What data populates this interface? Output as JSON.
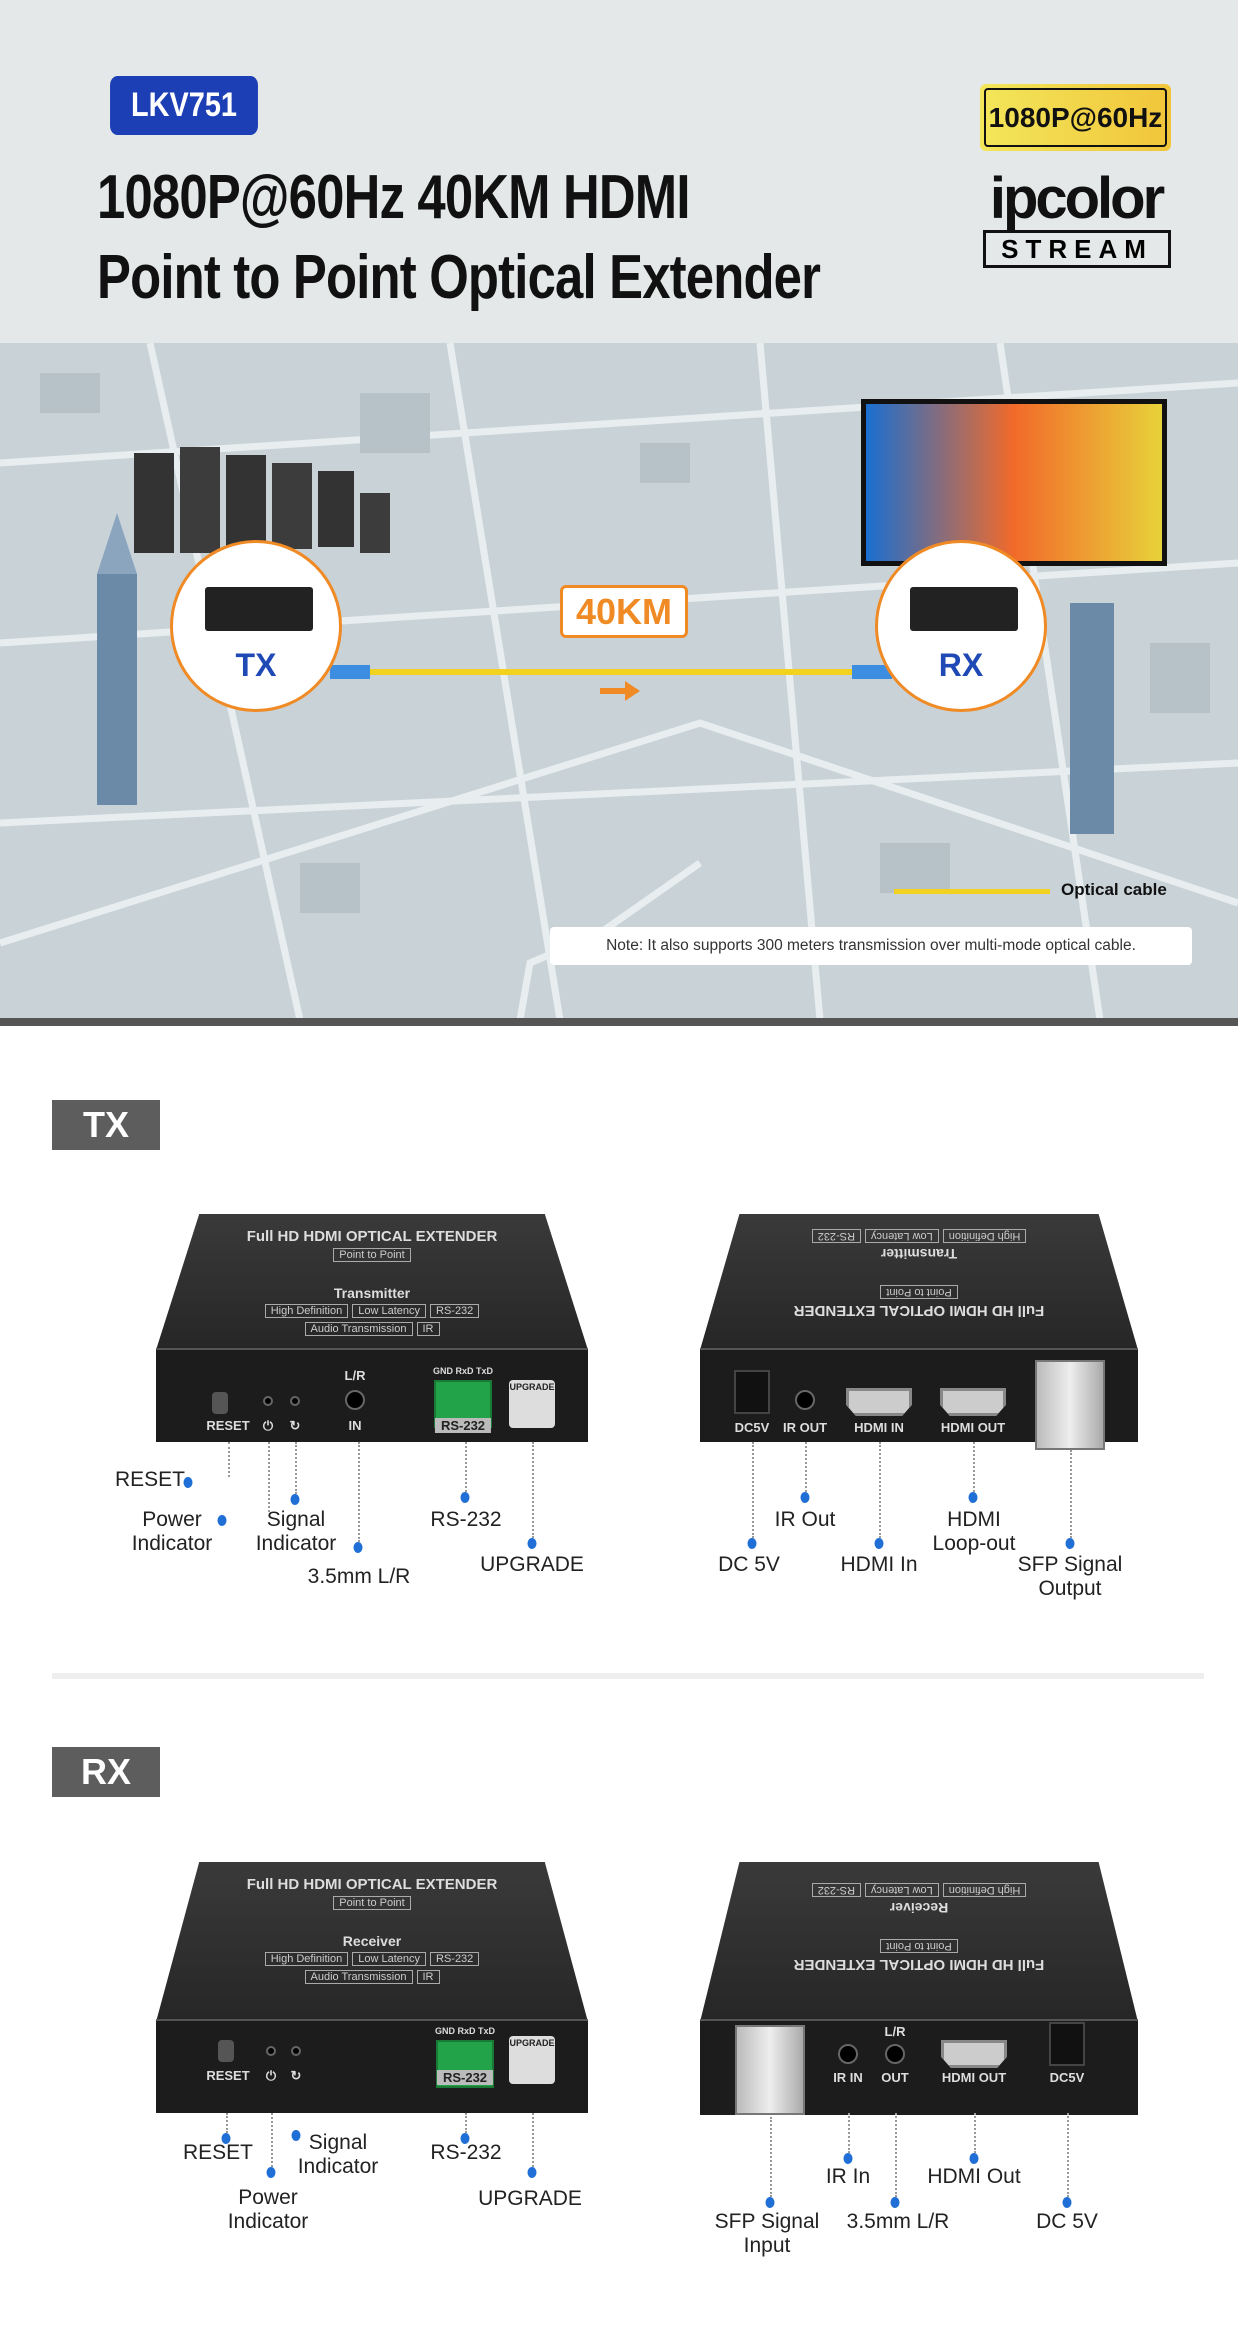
{
  "header": {
    "model": "LKV751",
    "title_line1": "1080P@60Hz 40KM HDMI",
    "title_line2": "Point to Point Optical Extender",
    "resolution_badge": "1080P@60Hz",
    "brand": "ipcolor",
    "brand_sub": "STREAM"
  },
  "hero": {
    "tx_label": "TX",
    "rx_label": "RX",
    "distance": "40KM",
    "legend": "Optical cable",
    "note": "Note: It also supports 300 meters transmission over multi-mode optical cable."
  },
  "device_text": {
    "title": "Full HD HDMI OPTICAL EXTENDER",
    "sub": "Point to Point",
    "tx_name": "Transmitter",
    "rx_name": "Receiver",
    "feat1": "High Definition",
    "feat2": "Low Latency",
    "feat3": "RS-232",
    "feat4": "Audio Transmission",
    "feat5": "IR"
  },
  "ports": {
    "reset": "RESET",
    "lr": "L/R",
    "in": "IN",
    "out": "OUT",
    "gnd": "GND RxD TxD",
    "rs232": "RS-232",
    "upgrade": "UPGRADE",
    "dc5v": "DC5V",
    "ir_out": "IR OUT",
    "ir_in": "IR IN",
    "hdmi_in": "HDMI IN",
    "hdmi_out": "HDMI OUT"
  },
  "tx": {
    "tag": "TX",
    "labels": {
      "reset": "RESET",
      "power": "Power\nIndicator",
      "signal": "Signal\nIndicator",
      "audio": "3.5mm L/R",
      "rs232": "RS-232",
      "upgrade": "UPGRADE",
      "dc": "DC 5V",
      "ir": "IR Out",
      "hdmi_in": "HDMI In",
      "loop": "HDMI\nLoop-out",
      "sfp": "SFP Signal\nOutput"
    }
  },
  "rx": {
    "tag": "RX",
    "labels": {
      "reset": "RESET",
      "power": "Power\nIndicator",
      "signal": "Signal\nIndicator",
      "rs232": "RS-232",
      "upgrade": "UPGRADE",
      "sfp": "SFP Signal\nInput",
      "ir": "IR In",
      "audio": "3.5mm L/R",
      "hdmi_out": "HDMI Out",
      "dc": "DC 5V"
    }
  },
  "colors": {
    "brand_blue": "#1d3fb5",
    "accent_orange": "#f08a24",
    "label_dot": "#1f6fd6",
    "cable": "#f3d21f"
  }
}
